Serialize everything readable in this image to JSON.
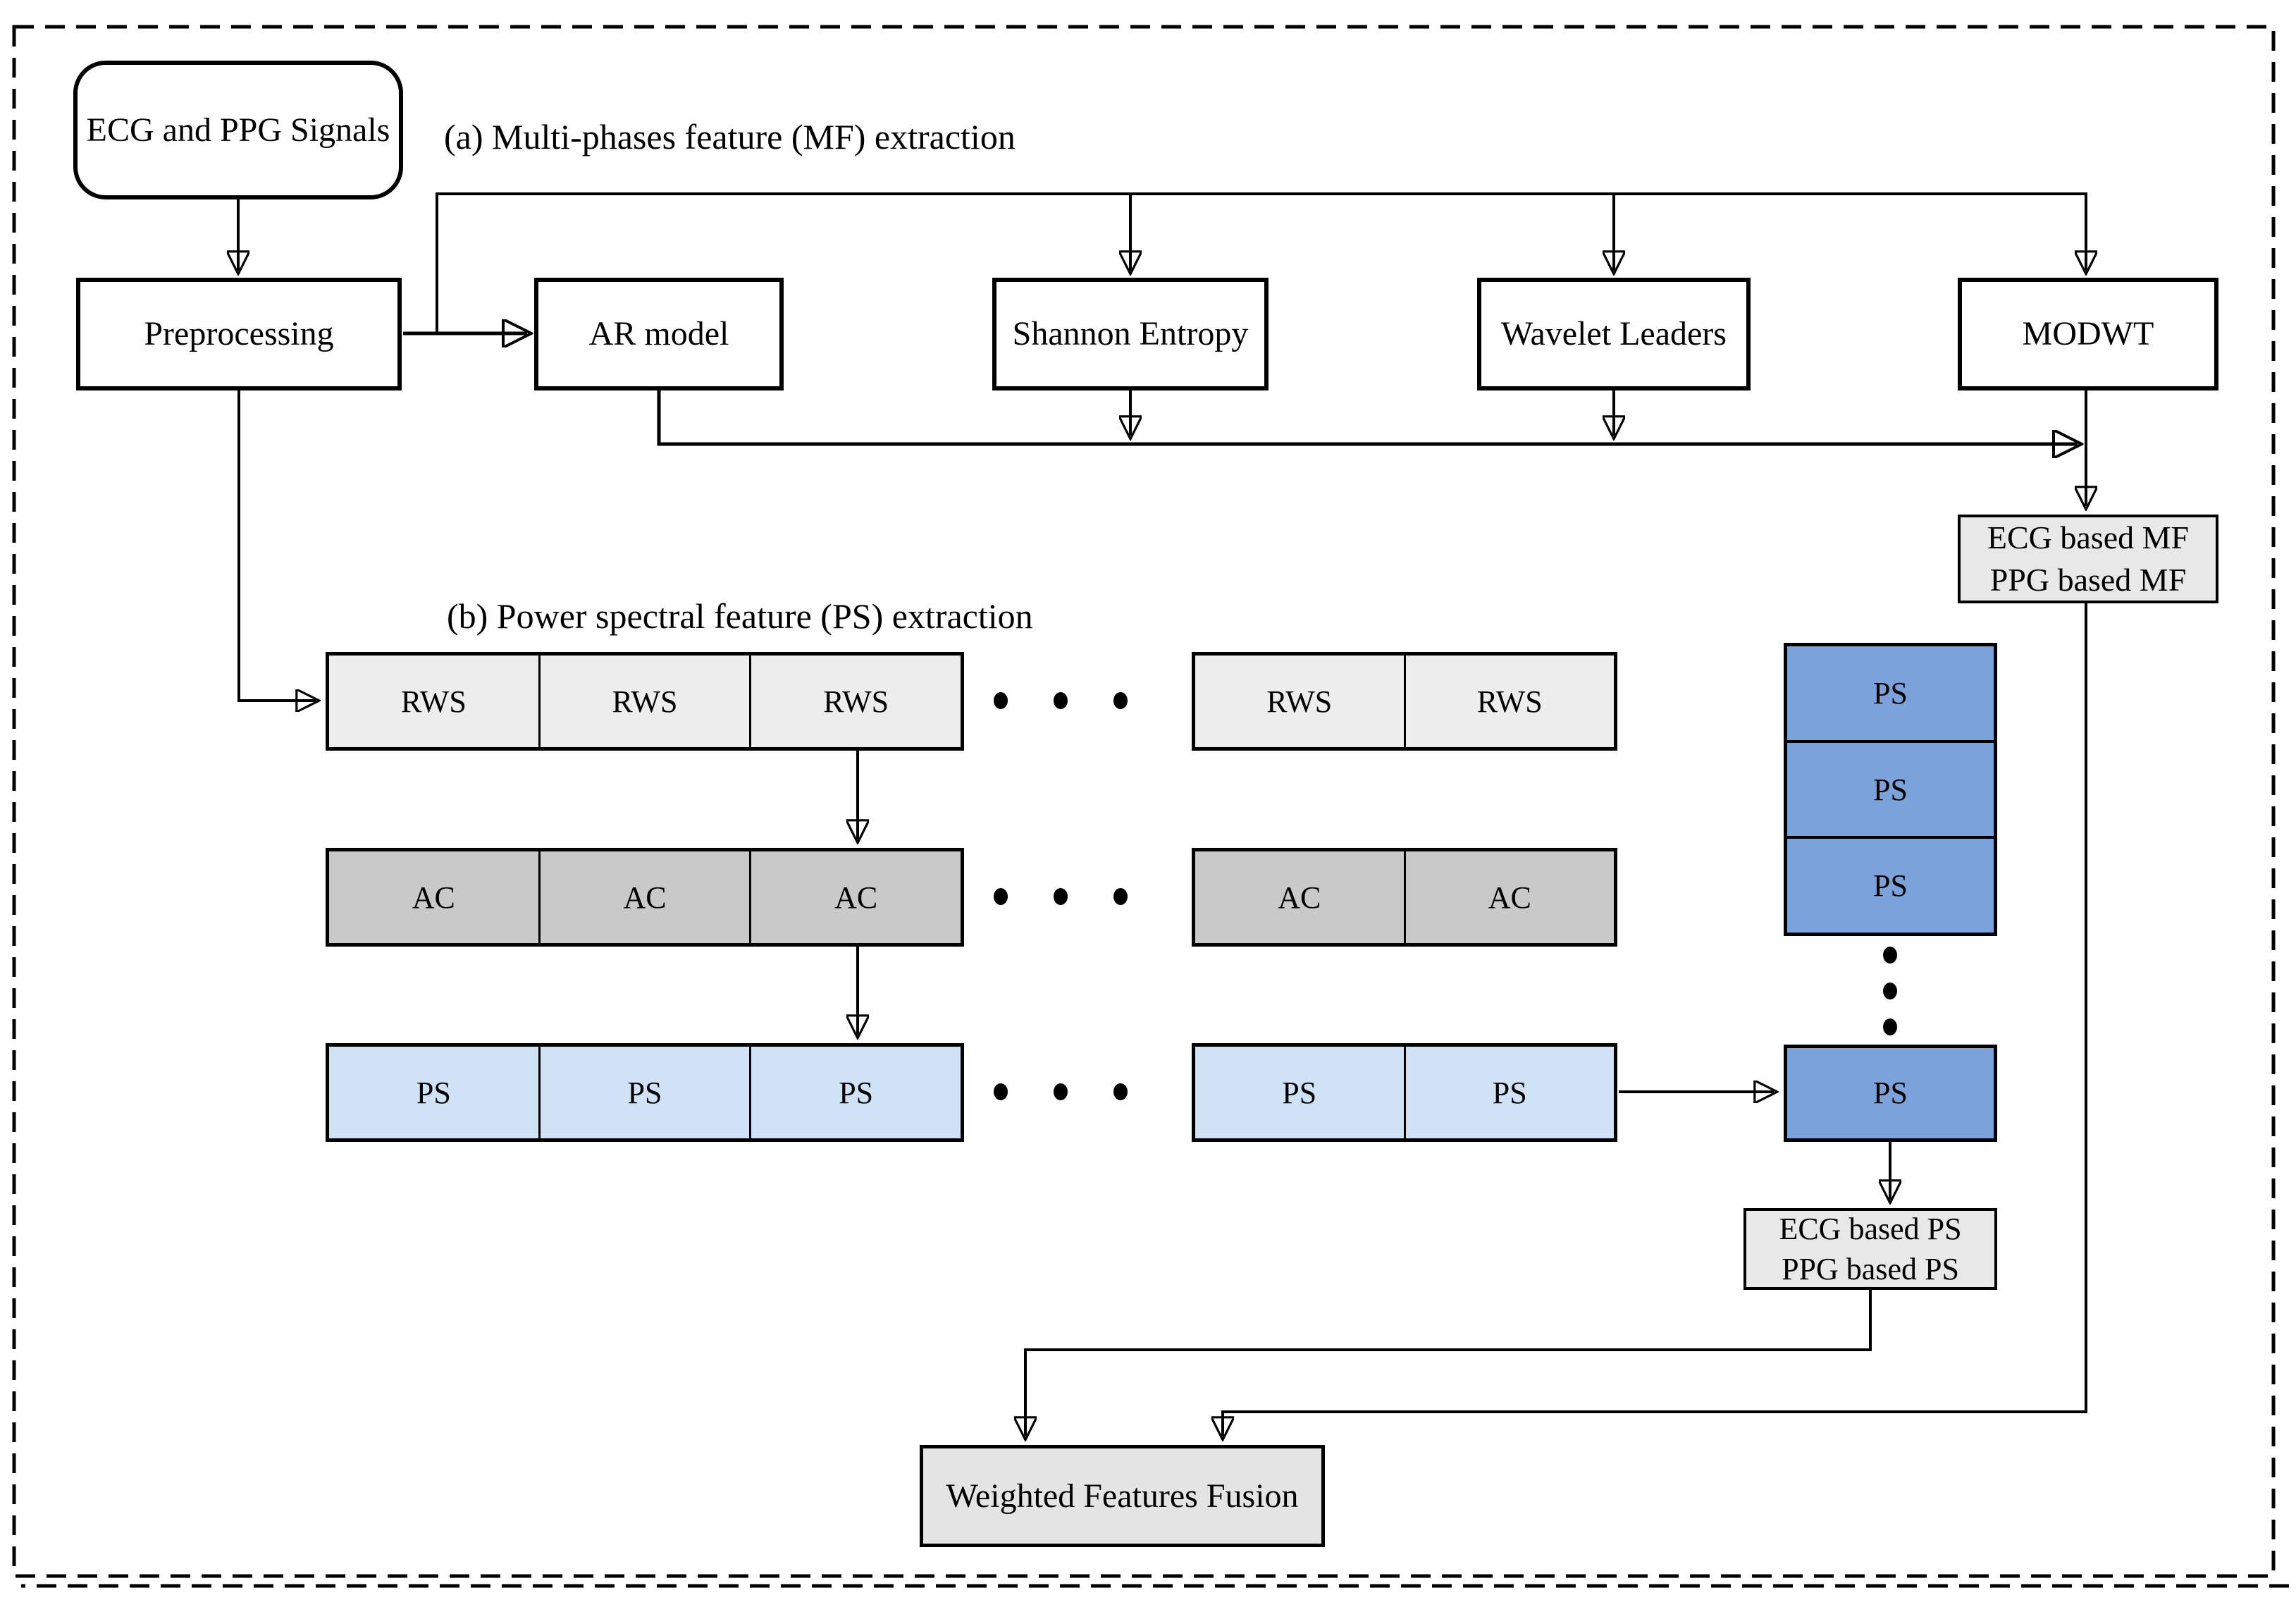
{
  "figure": {
    "section_a_title": "(a) Multi-phases feature (MF) extraction",
    "section_b_title": "(b) Power spectral feature (PS) extraction"
  },
  "nodes": {
    "signals": "ECG and PPG Signals",
    "preprocessing": "Preprocessing",
    "ar_model": "AR model",
    "shannon_entropy": "Shannon Entropy",
    "wavelet_leaders": "Wavelet Leaders",
    "modwt": "MODWT",
    "ecg_based_mf": [
      "ECG based MF",
      "PPG based MF"
    ],
    "ecg_based_ps": [
      "ECG based PS",
      "PPG based PS"
    ],
    "fusion": "Weighted Features Fusion"
  },
  "rows": {
    "rws": {
      "cells": [
        "RWS",
        "RWS",
        "RWS",
        "RWS",
        "RWS"
      ]
    },
    "ac": {
      "cells": [
        "AC",
        "AC",
        "AC",
        "AC",
        "AC"
      ]
    },
    "ps": {
      "cells": [
        "PS",
        "PS",
        "PS",
        "PS",
        "PS"
      ]
    }
  },
  "stack": {
    "cells": [
      "PS",
      "PS",
      "PS",
      "PS"
    ]
  },
  "colors": {
    "rws_fill": "#ededed",
    "ac_fill": "#c9c9c9",
    "ps_row_fill": "#cfe2f6",
    "ps_stack_fill": "#7ca2db",
    "result_fill": "#e8e8e8",
    "fusion_fill": "#e4e4e4",
    "line": "#000000"
  }
}
